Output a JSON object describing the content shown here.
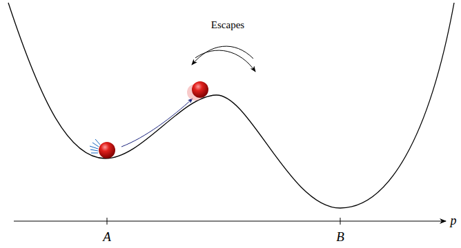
{
  "diagram": {
    "labels": [
      "Escapes",
      "p",
      "A",
      "B"
    ]
  }
}
